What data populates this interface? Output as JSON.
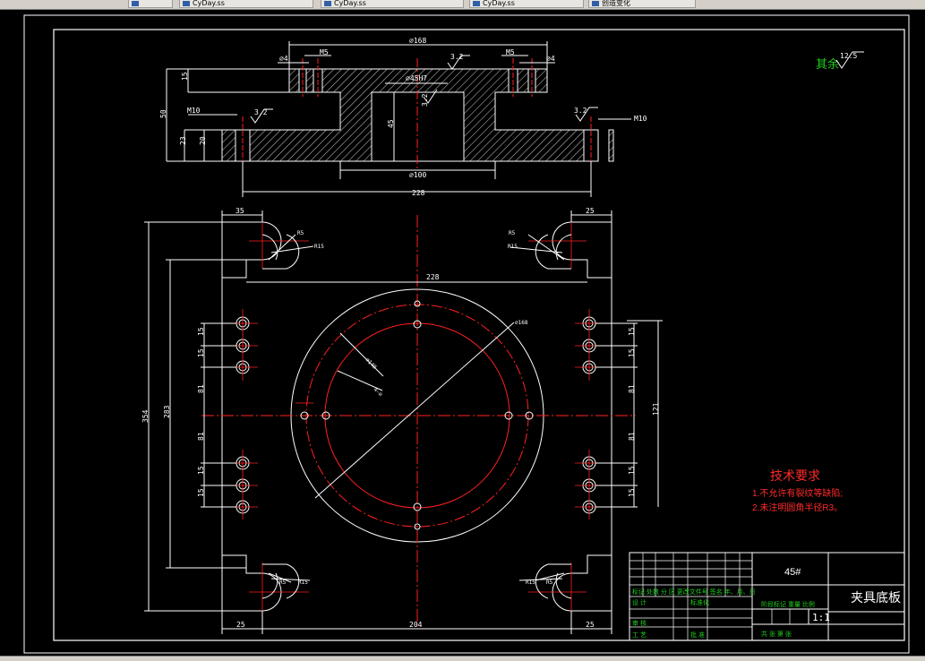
{
  "taskbar": {
    "items": [
      "",
      "CyDay.ss",
      "CyDay.ss",
      "CyDay.ss",
      "创造变化"
    ]
  },
  "section_view": {
    "dims": {
      "top_span": "⌀168",
      "m5_left": "M5",
      "m5_right": "M5",
      "four_left": "⌀4",
      "four_right": "⌀4",
      "bore": "⌀45H7",
      "rough1": "3.2",
      "rough2": "3.2",
      "rough3": "3.2",
      "rough4": "3.2",
      "height_total": "50",
      "flange_thk": "15",
      "m10_left": "M10",
      "m10_right": "M10",
      "base_23": "23",
      "base_20": "20",
      "bore_depth": "45",
      "dia_100": "⌀100",
      "width_228": "228"
    }
  },
  "plan_view": {
    "dims": {
      "w35": "35",
      "w25_top": "25",
      "r15_tl": "R15",
      "r5_tl": "R5",
      "r15_tr": "R15",
      "r5_tr": "R5",
      "w228": "228",
      "dia_168": "⌀168",
      "dia_140": "⌀140",
      "hole_mark": "4-⌀",
      "h354": "354",
      "h283": "283",
      "l15a": "15",
      "l15b": "15",
      "l81a": "81",
      "l81b": "81",
      "l15c": "15",
      "l15d": "15",
      "r15a": "15",
      "r15b": "15",
      "r81a": "81",
      "r81b": "81",
      "r15c": "15",
      "r15d": "15",
      "h121": "121",
      "r5_bl": "R5",
      "r15_bl": "R15",
      "r15_br": "R15",
      "r5_br": "R5",
      "w25_bl": "25",
      "w204": "204",
      "w25_br": "25"
    }
  },
  "roughness_note": {
    "label": "其余",
    "value": "12.5"
  },
  "tech_requirements": {
    "title": "技术要求",
    "items": [
      "1.不允许有裂纹等缺陷;",
      "2.未注明圆角半径R3。"
    ]
  },
  "title_block": {
    "material": "45#",
    "part_name": "夹具底板",
    "scale": "1:1",
    "row_labels": "标记 处数  分  区 更改文件号 签名  年、月、日",
    "design": "设 计",
    "standard": "标准化",
    "stage": "阶段标记  重量  比例",
    "review": "审 核",
    "process": "工 艺",
    "approve": "批 准",
    "sheets": "共    张  第    张"
  },
  "colors": {
    "line": "#ffffff",
    "center": "#ff2020",
    "dim_text": "#ffffff",
    "note": "#ff2a2a",
    "green": "#1fcf1f",
    "frame": "#ffffff"
  }
}
